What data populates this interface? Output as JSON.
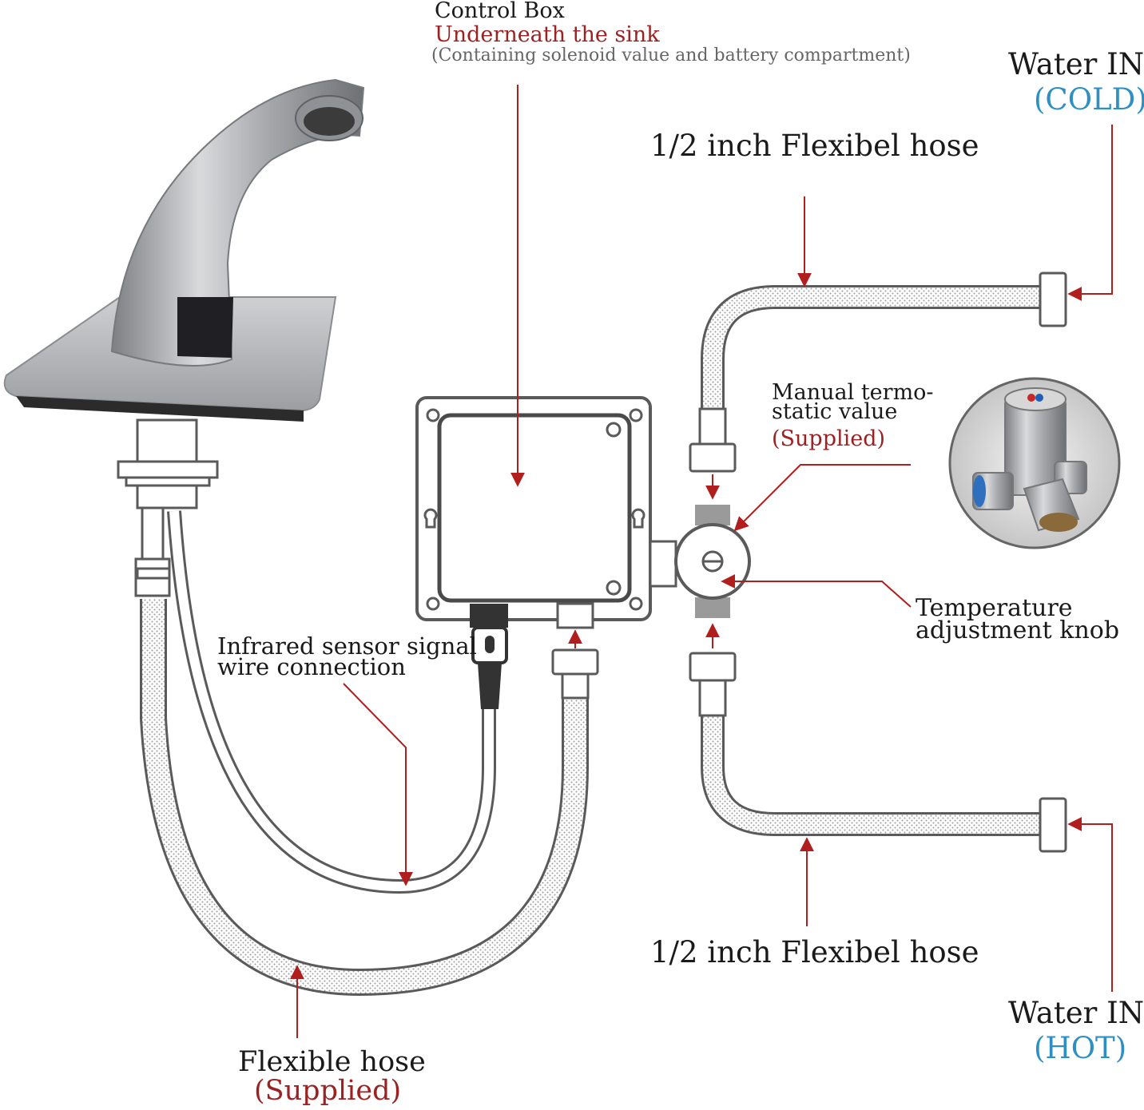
{
  "labels": {
    "control_box_title": "Control Box",
    "control_box_location": "Underneath the sink",
    "control_box_note": "(Containing solenoid value and battery compartment)",
    "water_in_cold": "Water IN",
    "water_in_cold_tag": "(COLD)",
    "hose_top": "1/2 inch Flexibel hose",
    "valve_line1": "Manual termo-",
    "valve_line2": "static value",
    "valve_supplied": "(Supplied)",
    "temp_knob_line1": "Temperature",
    "temp_knob_line2": "adjustment knob",
    "sensor_line1": "Infrared sensor signal",
    "sensor_line2": "wire connection",
    "hose_bottom": "1/2 inch Flexibel hose",
    "water_in_hot": "Water IN",
    "water_in_hot_tag": "(HOT)",
    "flex_hose": "Flexible hose",
    "flex_hose_supplied": "(Supplied)"
  },
  "colors": {
    "arrow": "#b01e1e",
    "accent_red": "#9b2222",
    "cold_blue": "#2e8fc2",
    "hot_blue": "#2e8fc2",
    "outline": "#5a5a5a"
  },
  "icons": {
    "faucet": "faucet-icon",
    "control_box": "control-box-icon",
    "valve_photo": "thermostatic-valve-icon"
  }
}
